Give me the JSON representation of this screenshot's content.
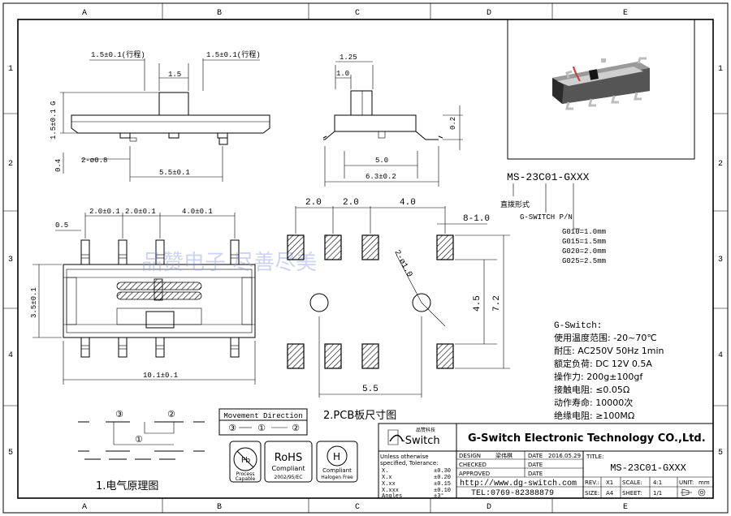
{
  "frame": {
    "cols": [
      "A",
      "B",
      "C",
      "D",
      "E"
    ],
    "rows": [
      "1",
      "2",
      "3",
      "4",
      "5"
    ]
  },
  "side_view": {
    "travel_left": "1.5±0.1(行程)",
    "travel_right": "1.5±0.1(行程)",
    "actuator": "1.5",
    "height": "1.5±0.1",
    "g_label": "G",
    "base": "0.4",
    "hole": "2-ø0.8",
    "pitch": "5.5±0.1"
  },
  "end_view": {
    "d1": "1.25",
    "d2": "1.0",
    "d3": "0.2",
    "d4": "5.0",
    "d5": "6.3±0.2"
  },
  "part_number": {
    "pn": "MS-23C01-GXXX",
    "type_label": "直拨形式",
    "pn_label": "G-SWITCH P/N",
    "options": [
      "G010=1.0mm",
      "G015=1.5mm",
      "G020=2.0mm",
      "G025=2.5mm"
    ]
  },
  "top_view": {
    "d05": "0.5",
    "p1": "2.0±0.1",
    "p2": "2.0±0.1",
    "p3": "4.0±0.1",
    "width": "3.5±0.1",
    "length": "10.1±0.1"
  },
  "watermark": "品赞电子  尽善尽美",
  "pcb": {
    "t1": "2.0",
    "t2": "2.0",
    "t3": "4.0",
    "t4": "8-1.0",
    "t5": "4.5",
    "t6": "7.2",
    "t7": "5.5",
    "t8": "2-ø1.0",
    "caption": "2.PCB板尺寸图"
  },
  "specs": {
    "heading": "G-Switch:",
    "lines": [
      "使用温度范围: -20~70℃",
      "耐压: AC250V  50Hz  1min",
      "额定负荷: DC  12V  0.5A",
      "操作力: 200g±100gf",
      "接触电阻: ≤0.05Ω",
      "动作寿命: 10000次",
      "绝缘电阻: ≥100MΩ"
    ]
  },
  "movement": {
    "title": "Movement Direction",
    "c3": "③",
    "c1": "①",
    "c2": "②"
  },
  "circuit": {
    "n3": "③",
    "n2": "②",
    "n1": "①",
    "caption": "1.电气原理图"
  },
  "badges": {
    "pb_l1": "Process",
    "pb_l2": "Capable",
    "rohs": "RoHS",
    "rohs_c": "Compliant",
    "rohs_d": "2002/95/EC",
    "hf_c": "Compliant",
    "hf_d": "Halogen Free"
  },
  "logo": {
    "top": "品赞科技",
    "main": "-Switch"
  },
  "title_block": {
    "company": "G-Switch Electronic Technology CO.,Ltd.",
    "tol_head1": "Unless otherwise",
    "tol_head2": "specified, Tolerance:",
    "tol": [
      [
        "X.",
        "±0.30"
      ],
      [
        "X.x",
        "±0.20"
      ],
      [
        "X.xx",
        "±0.15"
      ],
      [
        "X.xxx",
        "±0.10"
      ],
      [
        "Angles",
        "±3°"
      ]
    ],
    "design": "DESIGN",
    "design_name": "梁伟棋",
    "date_l": "DATE",
    "date_v": "2016.05.29",
    "checked": "CHECKED",
    "approved": "APPROVED",
    "title_l": "TITLE:",
    "title_v": "MS-23C01-GXXX",
    "website": "http://www.dg-switch.com",
    "tel": "TEL:0769-82388879",
    "rev_l": "REV.:",
    "rev_v": "X1",
    "scale_l": "SCALE:",
    "scale_v": "4:1",
    "unit_l": "UNIT:",
    "unit_v": "mm",
    "size_l": "SIZE:",
    "size_v": "A4",
    "sheet_l": "SHEET:",
    "sheet_v": "1/1"
  }
}
